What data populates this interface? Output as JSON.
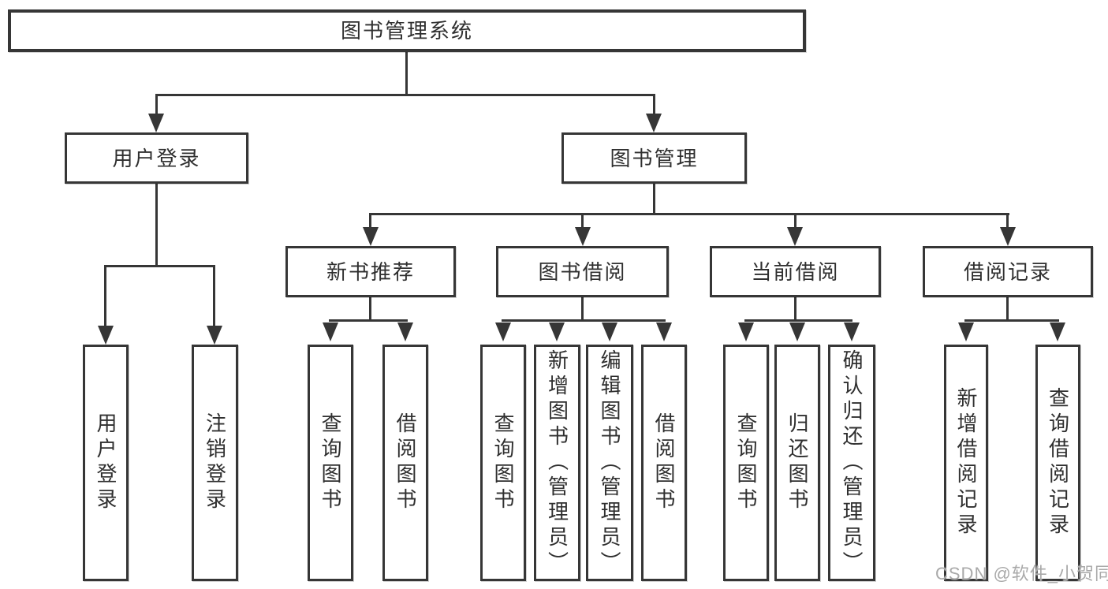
{
  "tree": {
    "label": "图书管理系统",
    "children": [
      {
        "label": "用户登录",
        "children": [
          {
            "label": "用户登录"
          },
          {
            "label": "注销登录"
          }
        ]
      },
      {
        "label": "图书管理",
        "children": [
          {
            "label": "新书推荐",
            "children": [
              {
                "label": "查询图书"
              },
              {
                "label": "借阅图书"
              }
            ]
          },
          {
            "label": "图书借阅",
            "children": [
              {
                "label": "查询图书"
              },
              {
                "label": "新增图书（管理员）"
              },
              {
                "label": "编辑图书（管理员）"
              },
              {
                "label": "借阅图书"
              }
            ]
          },
          {
            "label": "当前借阅",
            "children": [
              {
                "label": "查询图书"
              },
              {
                "label": "归还图书"
              },
              {
                "label": "确认归还（管理员）"
              }
            ]
          },
          {
            "label": "借阅记录",
            "children": [
              {
                "label": "新增借阅记录"
              },
              {
                "label": "查询借阅记录"
              }
            ]
          }
        ]
      }
    ]
  },
  "watermark": {
    "text": "CSDN @软件_小贺同学"
  },
  "colors": {
    "line": "#363636",
    "box_border": "#363636",
    "text": "#2f2f2f",
    "watermark": "#a9a9a9",
    "background": "#ffffff"
  }
}
